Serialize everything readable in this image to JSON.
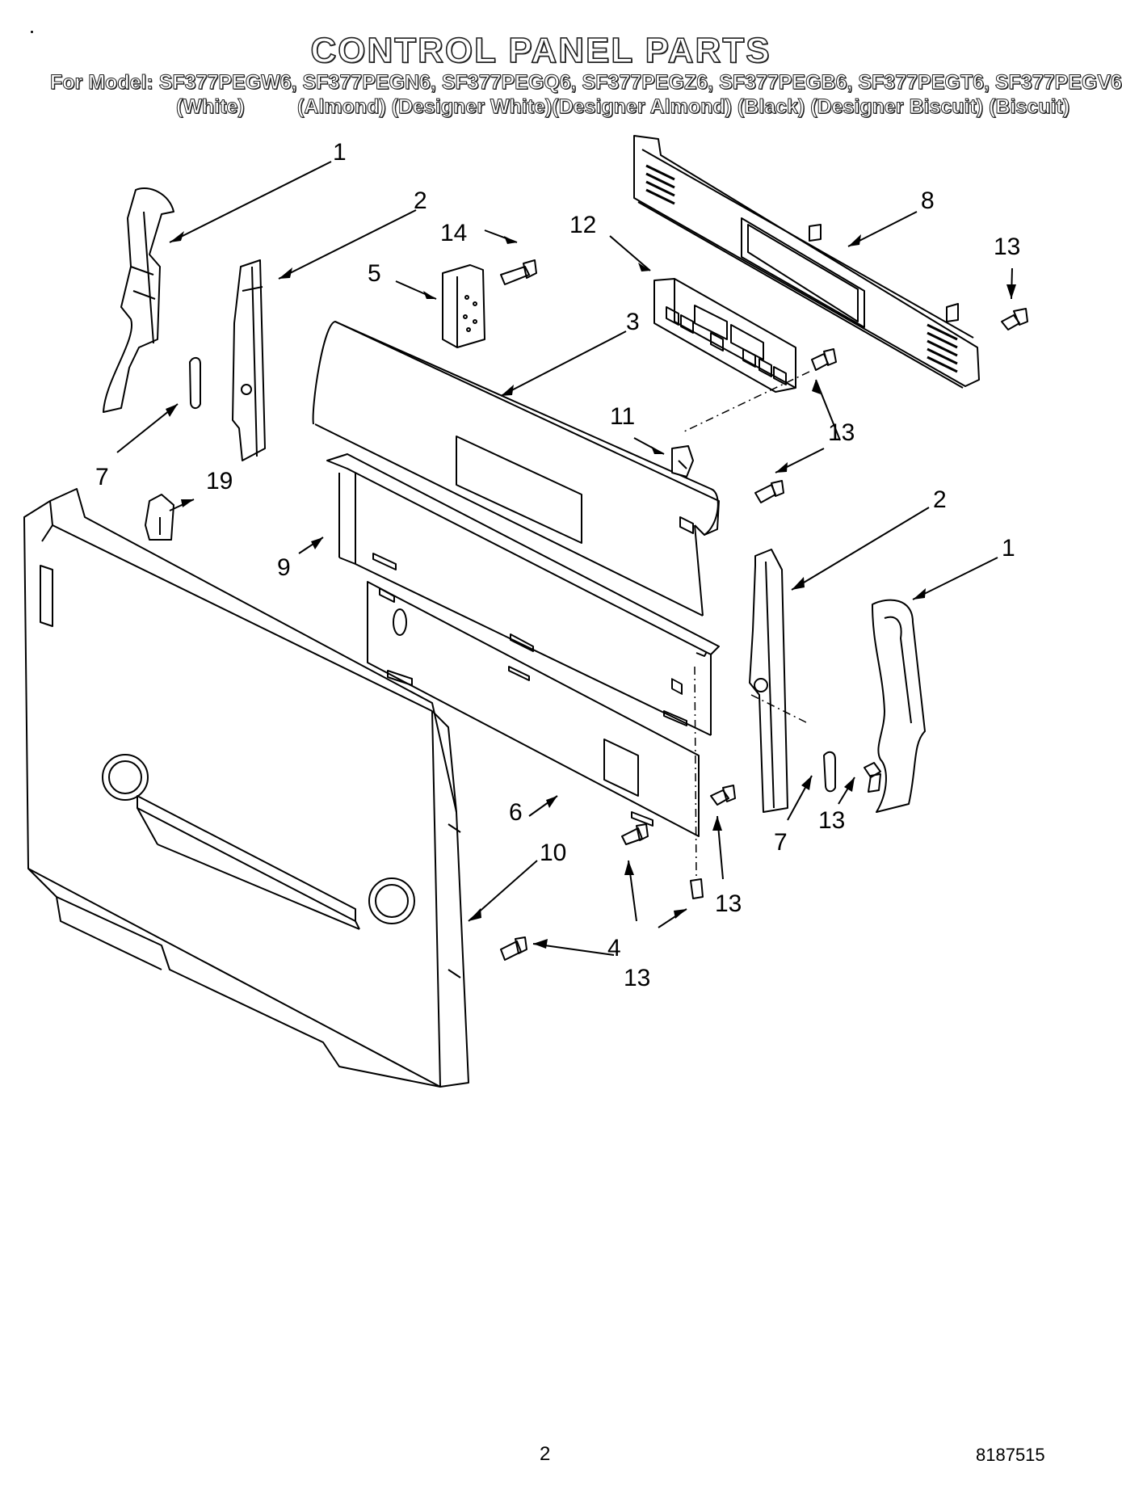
{
  "header": {
    "title": "CONTROL PANEL PARTS",
    "models_line": "For Model: SF377PEGW6, SF377PEGN6, SF377PEGQ6, SF377PEGZ6, SF377PEGB6, SF377PEGT6, SF377PEGV6",
    "color_white": "(White)",
    "colors_rest": "(Almond) (Designer White)(Designer Almond) (Black) (Designer Biscuit)  (Biscuit)"
  },
  "callouts": [
    "1",
    "2",
    "14",
    "5",
    "12",
    "8",
    "13",
    "3",
    "11",
    "13",
    "7",
    "19",
    "9",
    "2",
    "1",
    "6",
    "10",
    "13",
    "7",
    "13",
    "4",
    "13"
  ],
  "footer": {
    "page_number": "2",
    "doc_id": "8187515"
  }
}
